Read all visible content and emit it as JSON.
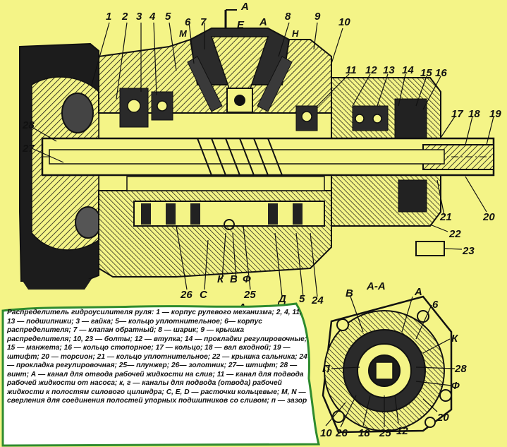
{
  "diagram": {
    "main_section_labels": [
      "1",
      "2",
      "3",
      "4",
      "5",
      "6",
      "7",
      "8",
      "9",
      "10",
      "11",
      "12",
      "13",
      "14",
      "15",
      "16",
      "17",
      "18",
      "19",
      "20",
      "21",
      "22",
      "23",
      "24",
      "25",
      "26",
      "27",
      "28"
    ],
    "letter_labels": [
      "А",
      "А",
      "Е",
      "М",
      "Н",
      "К",
      "В",
      "Ф",
      "С",
      "Д",
      "А"
    ],
    "section_title": "А-А",
    "section_view_labels": [
      "В",
      "А",
      "6",
      "К",
      "28",
      "Ф",
      "20",
      "12",
      "25",
      "18",
      "26",
      "10",
      "П"
    ],
    "caption": "Распределитель гидроусилителя руля: 1 — корпус рулевого механизма; 2, 4, 11, 13 — подшипники; 3 — гайка; 5— кольцо уплотнительное; 6— корпус распределителя; 7 — клапан обратный; 8 — шарик; 9 — крышка распределителя; 10, 23 — болты; 12 — втулка; 14 — прокладки регулировочные; 15 — манжета; 16 — кольцо стопорное; 17 — кольцо; 18 — вал входной; 19 — штифт; 20 — торсион; 21 — кольцо уплотнительное; 22 — крышка сальника; 24— прокладка регулировочная; 25— плунжер; 26— золотник; 27— штифт; 28 — винт; А — канал для отвода рабочей жидкости на слив; 11 — канал для подвода рабочей жидкости от насоса; к, г — каналы для подвода (отвода) рабочей жидкости к полостям силового цилиндра; С, Е, D — расточки кольцевые; М, N — сверления для соединения полостей упорных подшипников со сливом; п — зазор"
  },
  "colors": {
    "background": "#f4f487",
    "ink": "#141414",
    "caption_border": "#2e8b2e",
    "caption_bg": "#ffffff"
  }
}
